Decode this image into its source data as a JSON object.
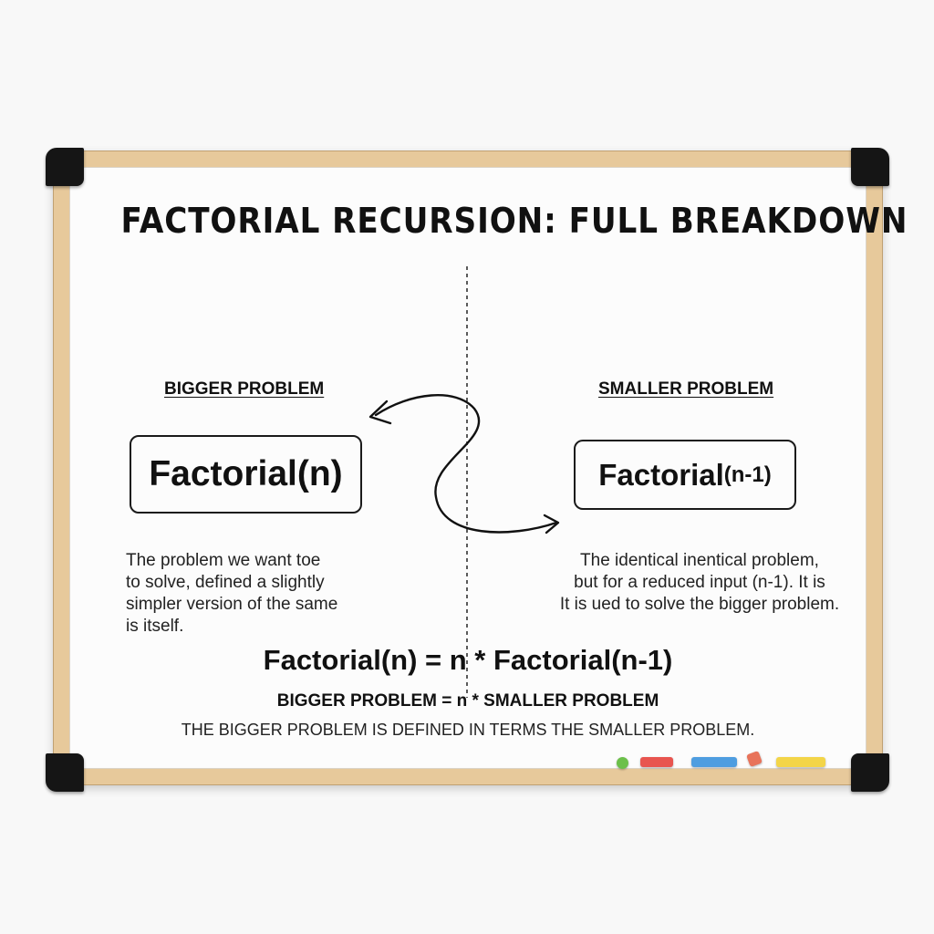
{
  "title": "FACTORIAL RECURSION: FULL BREAKDOWN",
  "left": {
    "label": "BIGGER PROBLEM",
    "box_text": "Factorial(n)",
    "description_lines": [
      "The problem we want toe",
      "to solve, defined a slightly",
      "simpler version of the same",
      "is itself."
    ]
  },
  "right": {
    "label": "SMALLER PROBLEM",
    "box_prefix": "Factorial",
    "box_arg": "(n-1)",
    "description_lines": [
      "The identical inentical problem,",
      "but for a reduced input (n-1). It is",
      "It is ued to solve the bigger problem."
    ]
  },
  "formula": {
    "main": "Factorial(n) = n * Factorial(n-1)",
    "words": "BIGGER PROBLEM = n * SMALLER PROBLEM",
    "sentence": "THE BIGGER PROBLEM IS DEFINED IN TERMS THE SMALLER PROBLEM."
  },
  "colors": {
    "frame_wood": "#e7c99b",
    "corner": "#151515",
    "board": "#fcfcfc",
    "chalk_green": "#6cc04a",
    "chalk_red": "#e8554f",
    "chalk_blue": "#4e9de0",
    "chalk_orange": "#e8735a",
    "chalk_yellow": "#f3d548"
  },
  "icons": [
    "curved-arrow-icon",
    "chalk-icon"
  ]
}
